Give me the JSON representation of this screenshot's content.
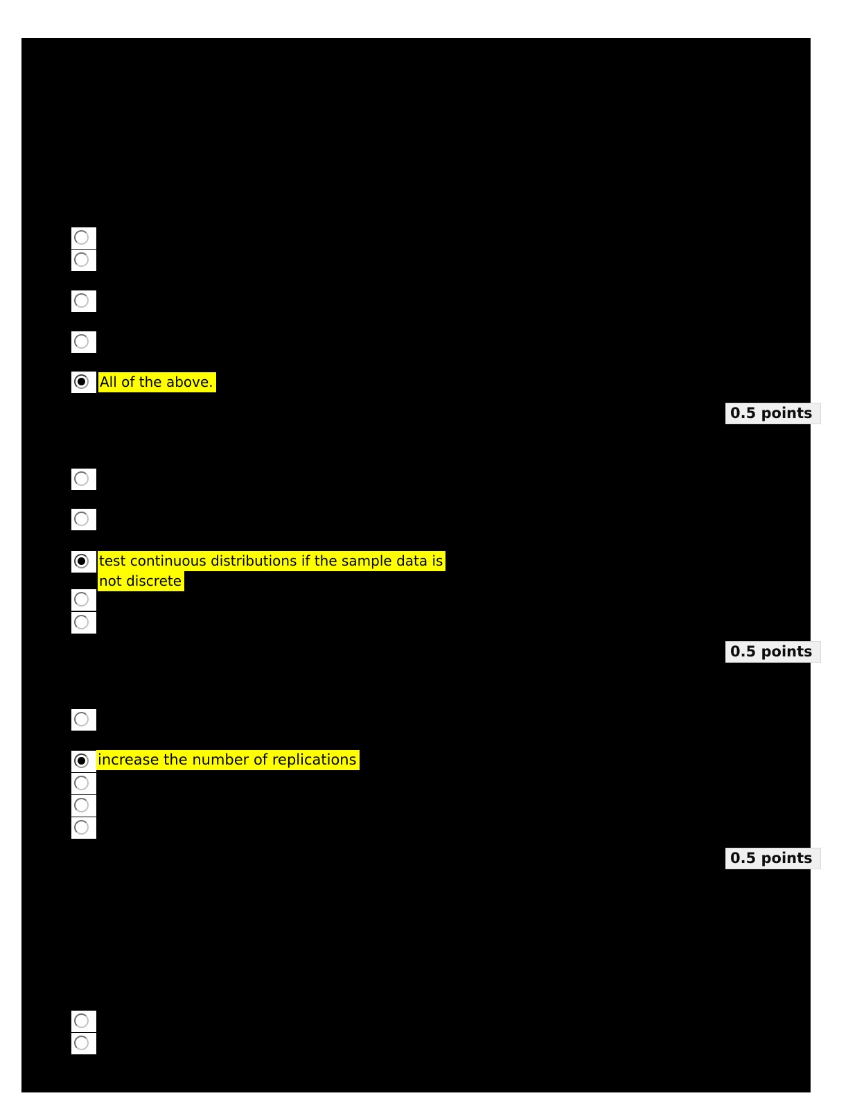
{
  "colors": {
    "page_background": "#ffffff",
    "panel_background": "#000000",
    "answer_highlight": "#ffff00",
    "badge_background": "#f0f0f0"
  },
  "questions": [
    {
      "points": "0.5 points",
      "option_count": 5,
      "selected_option_index": 4,
      "selected_answer_lines": [
        "All of the above."
      ]
    },
    {
      "points": "0.5 points",
      "option_count": 5,
      "selected_option_index": 2,
      "selected_answer_lines": [
        "test continuous distributions if the sample data is",
        "not discrete"
      ]
    },
    {
      "points": "0.5 points",
      "option_count": 5,
      "selected_option_index": 1,
      "selected_answer_lines": [
        "increase the number of replications"
      ]
    },
    {
      "option_count": 2,
      "selected_option_index": null,
      "selected_answer_lines": []
    }
  ]
}
